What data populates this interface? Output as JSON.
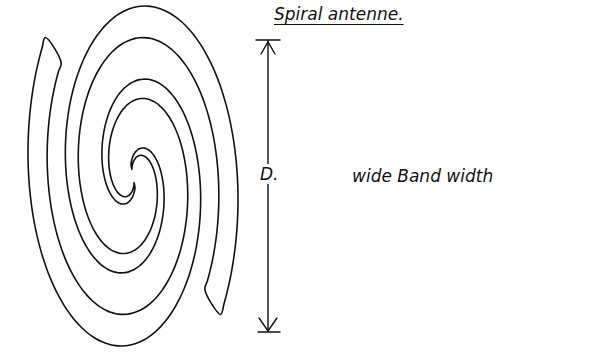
{
  "diagram": {
    "title": "Spiral antenne.",
    "labels": [
      "D.",
      "wide Band width"
    ]
  }
}
